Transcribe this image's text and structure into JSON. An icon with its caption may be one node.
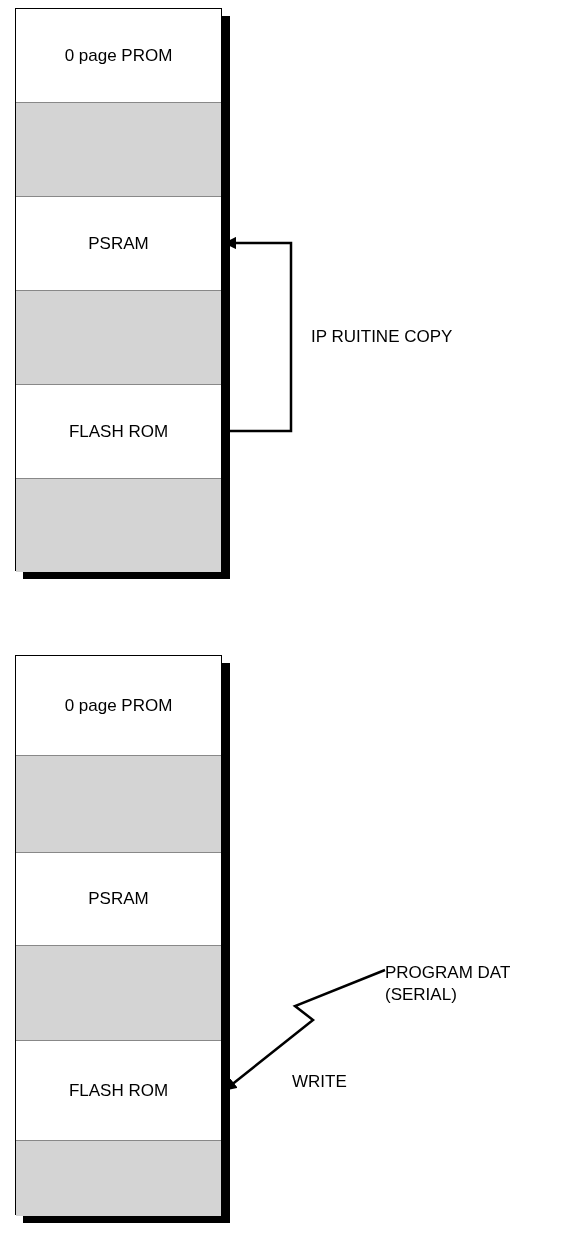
{
  "diagram": {
    "nodes": [
      {
        "text": [
          "0 page PROM"
        ]
      },
      {
        "text": [],
        "shape": "box"
      },
      {
        "text": [
          "PSRAM"
        ]
      },
      {
        "text": [],
        "shape": "box"
      },
      {
        "text": [
          "FLASH ROM"
        ]
      },
      {
        "text": [],
        "shape": "box"
      },
      {
        "text": [
          "0 page PROM"
        ]
      },
      {
        "text": [],
        "shape": "box"
      },
      {
        "text": [
          "PSRAM"
        ]
      },
      {
        "text": [],
        "shape": "box"
      },
      {
        "text": [
          "FLASH ROM"
        ]
      },
      {
        "text": [],
        "shape": "box"
      },
      {
        "text": [
          "PROGRAM DAT (SERIAL)"
        ]
      }
    ],
    "edges": [
      {
        "from": 4,
        "to": 2,
        "arrow": "to",
        "label": "IP RUITINE COPY"
      },
      {
        "from": 12,
        "to": 10,
        "arrow": "to",
        "label": "WRITE"
      }
    ]
  }
}
